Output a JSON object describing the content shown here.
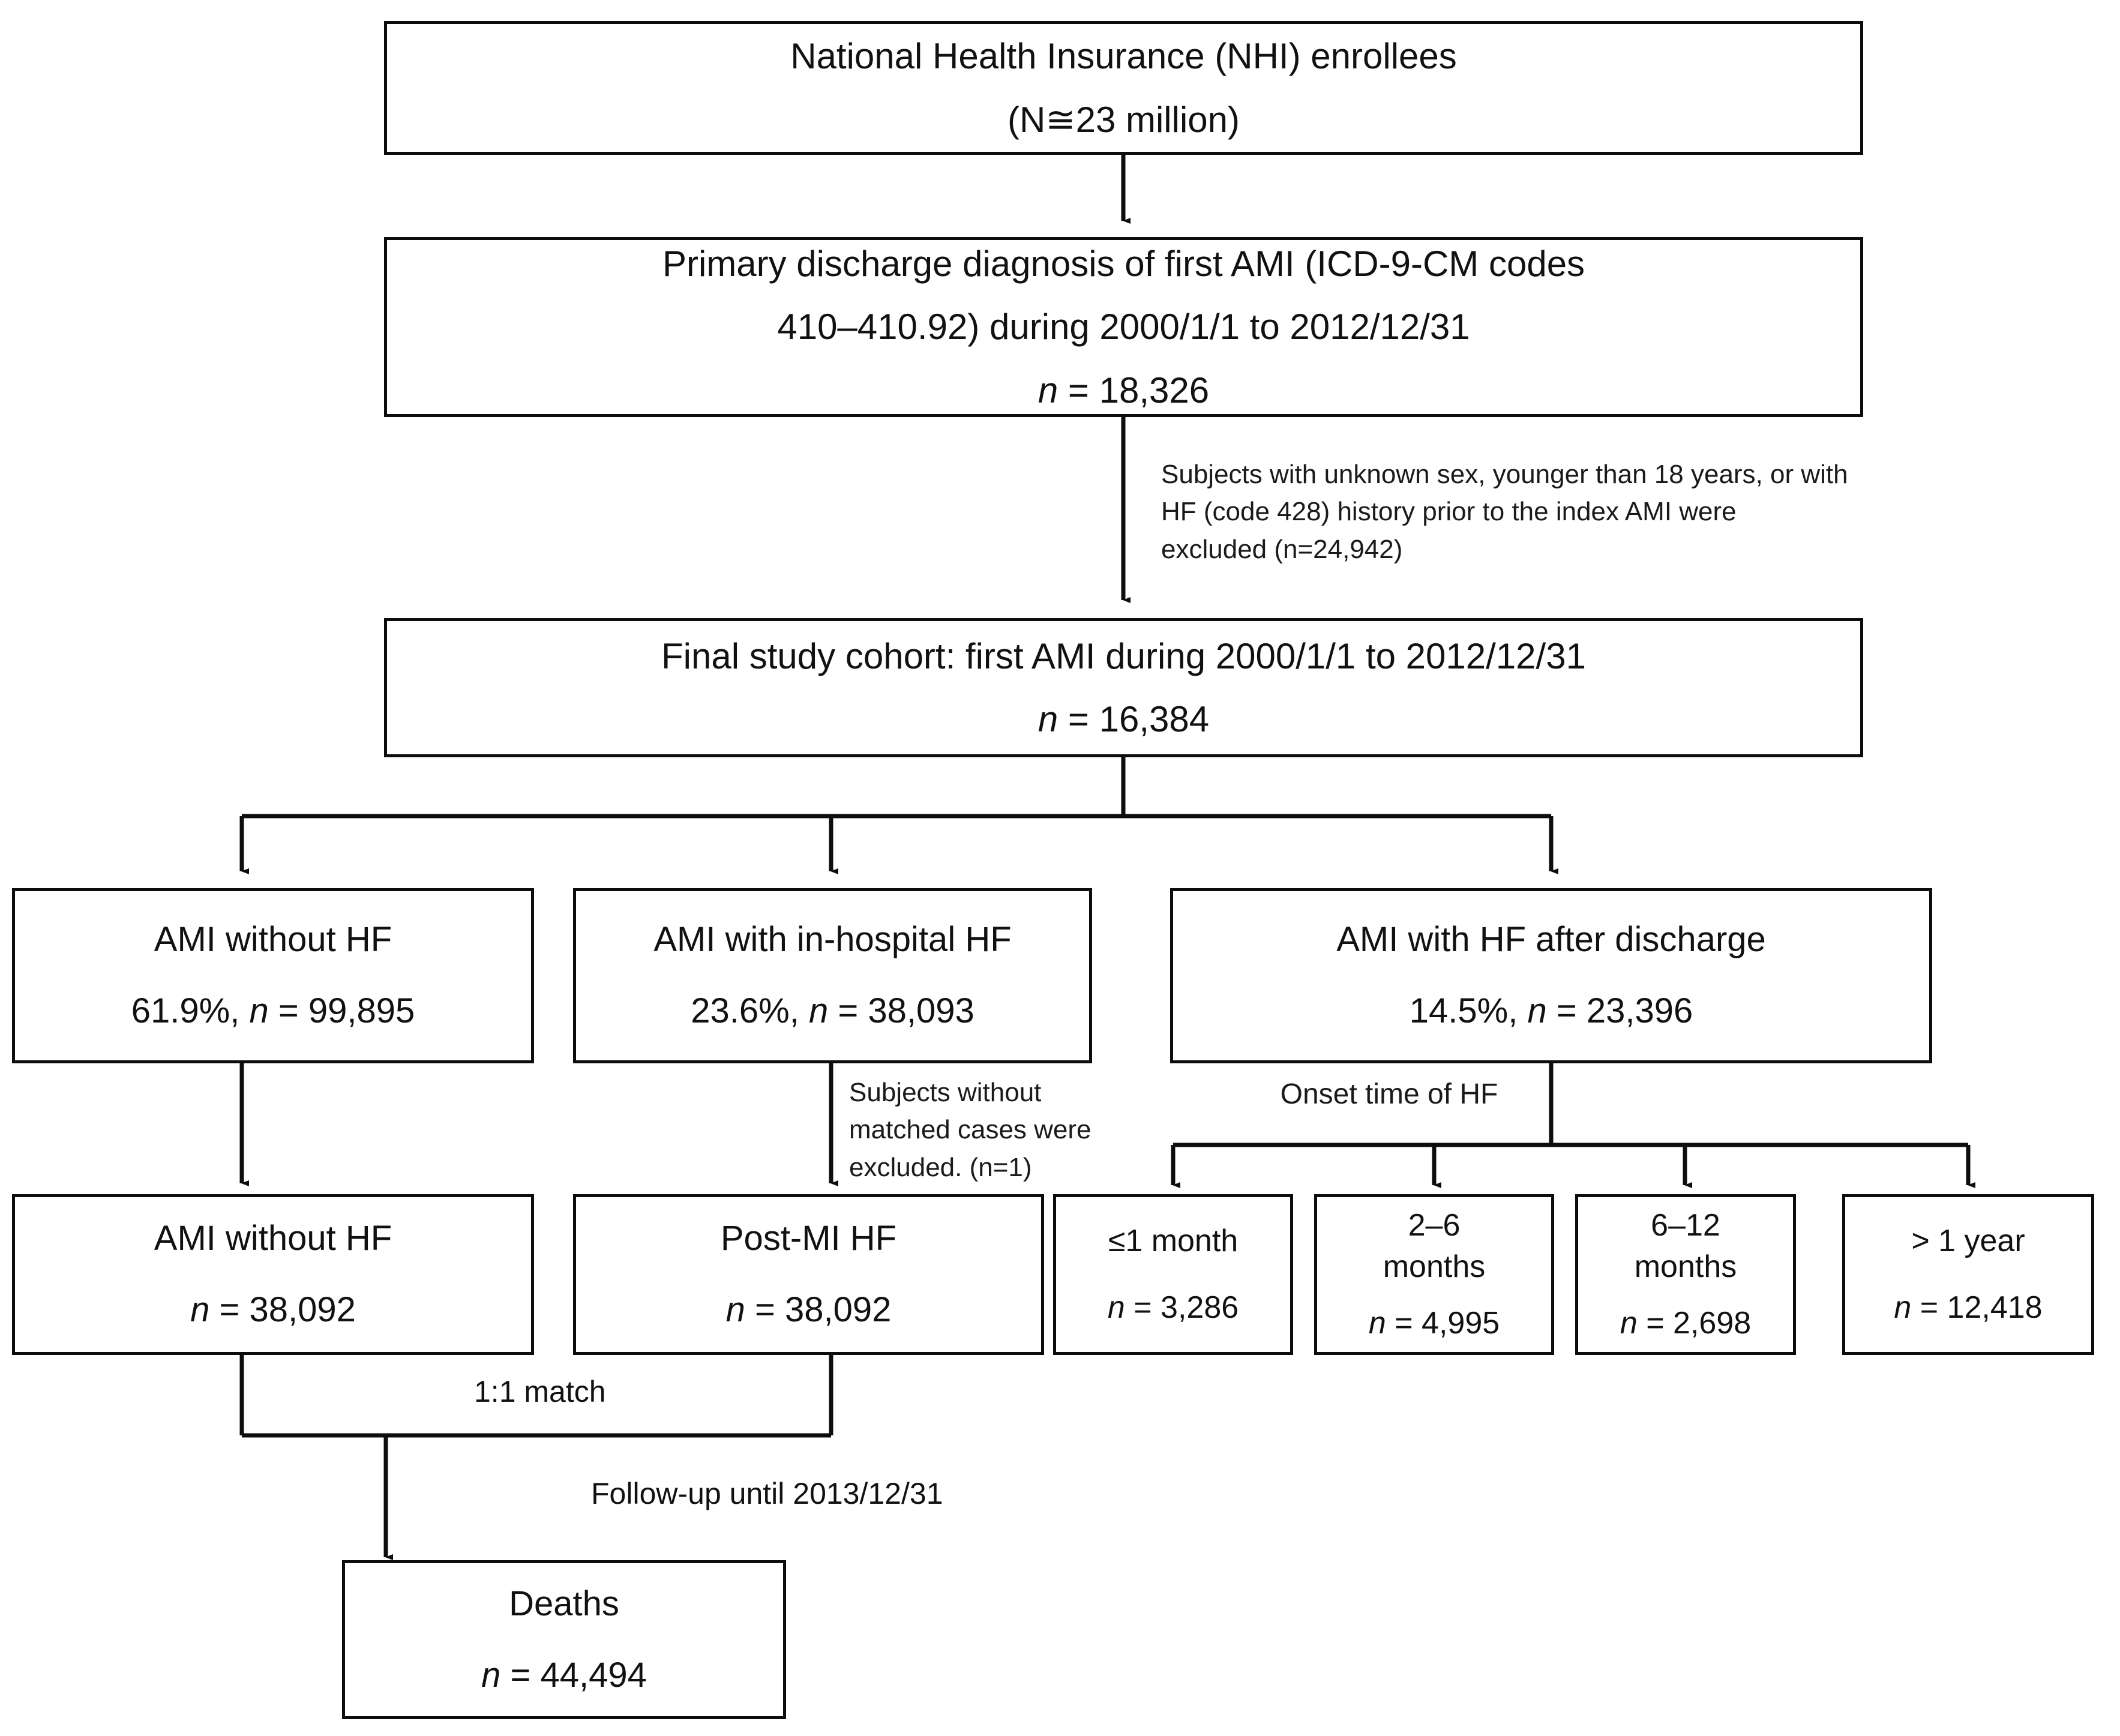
{
  "figure": {
    "type": "flowchart",
    "title": "Study cohort selection flow diagram",
    "nodes": [
      {
        "id": "nhi-enrollees",
        "line1": "National Health Insurance (NHI) enrollees",
        "line2": "(N≅23 million)"
      },
      {
        "id": "primary-discharge",
        "line1": "Primary discharge diagnosis of first AMI (ICD-9-CM codes",
        "line2": "410–410.92) during 2000/1/1 to 2012/12/31",
        "line3_prefix": "n",
        "line3_rest": " = 18,326"
      },
      {
        "id": "final-cohort",
        "line1": "Final study cohort: first AMI  during 2000/1/1 to 2012/12/31",
        "line2_prefix": "n",
        "line2_rest": " = 16,384"
      },
      {
        "id": "ami-without-hf",
        "line1": "AMI without HF",
        "line2_pct": "61.9%, ",
        "line2_prefix": "n",
        "line2_rest": " = 99,895"
      },
      {
        "id": "ami-inhospital-hf",
        "line1": "AMI with in-hospital HF",
        "line2_pct": "23.6%, ",
        "line2_prefix": "n",
        "line2_rest": " = 38,093"
      },
      {
        "id": "ami-hf-after-discharge",
        "line1": "AMI with HF after discharge",
        "line2_pct": "14.5%, ",
        "line2_prefix": "n",
        "line2_rest": " = 23,396"
      },
      {
        "id": "ami-without-hf-matched",
        "line1": "AMI without HF",
        "line2_prefix": "n",
        "line2_rest": " = 38,092"
      },
      {
        "id": "post-mi-hf",
        "line1": "Post-MI HF",
        "line2_prefix": "n",
        "line2_rest": " = 38,092"
      },
      {
        "id": "onset-1-month",
        "line1": "≤1 month",
        "line2_prefix": "n",
        "line2_rest": " = 3,286"
      },
      {
        "id": "onset-2-6-months",
        "line1": "2–6",
        "line1b": "months",
        "line2_prefix": "n",
        "line2_rest": " = 4,995"
      },
      {
        "id": "onset-6-12-months",
        "line1": "6–12",
        "line1b": "months",
        "line2_prefix": "n",
        "line2_rest": " = 2,698"
      },
      {
        "id": "onset-over-1-year",
        "line1": "> 1 year",
        "line2_prefix": "n",
        "line2_rest": " = 12,418"
      },
      {
        "id": "deaths",
        "line1": "Deaths",
        "line2_prefix": "n",
        "line2_rest": " = 44,494"
      }
    ],
    "annotations": {
      "exclusion_criteria": "Subjects with unknown sex, younger than 18 years, or with\nHF (code 428) history prior to the index AMI were\nexcluded (n=24,942)",
      "unmatched_excluded": "Subjects without\nmatched cases were\nexcluded. (n=1)",
      "onset_time_of_hf": "Onset time of HF",
      "match_ratio": "1:1 match",
      "follow_up": "Follow-up until 2013/12/31"
    },
    "colors": {
      "stroke": "#0d0d0d",
      "background": "#ffffff",
      "text": "#111111"
    }
  }
}
